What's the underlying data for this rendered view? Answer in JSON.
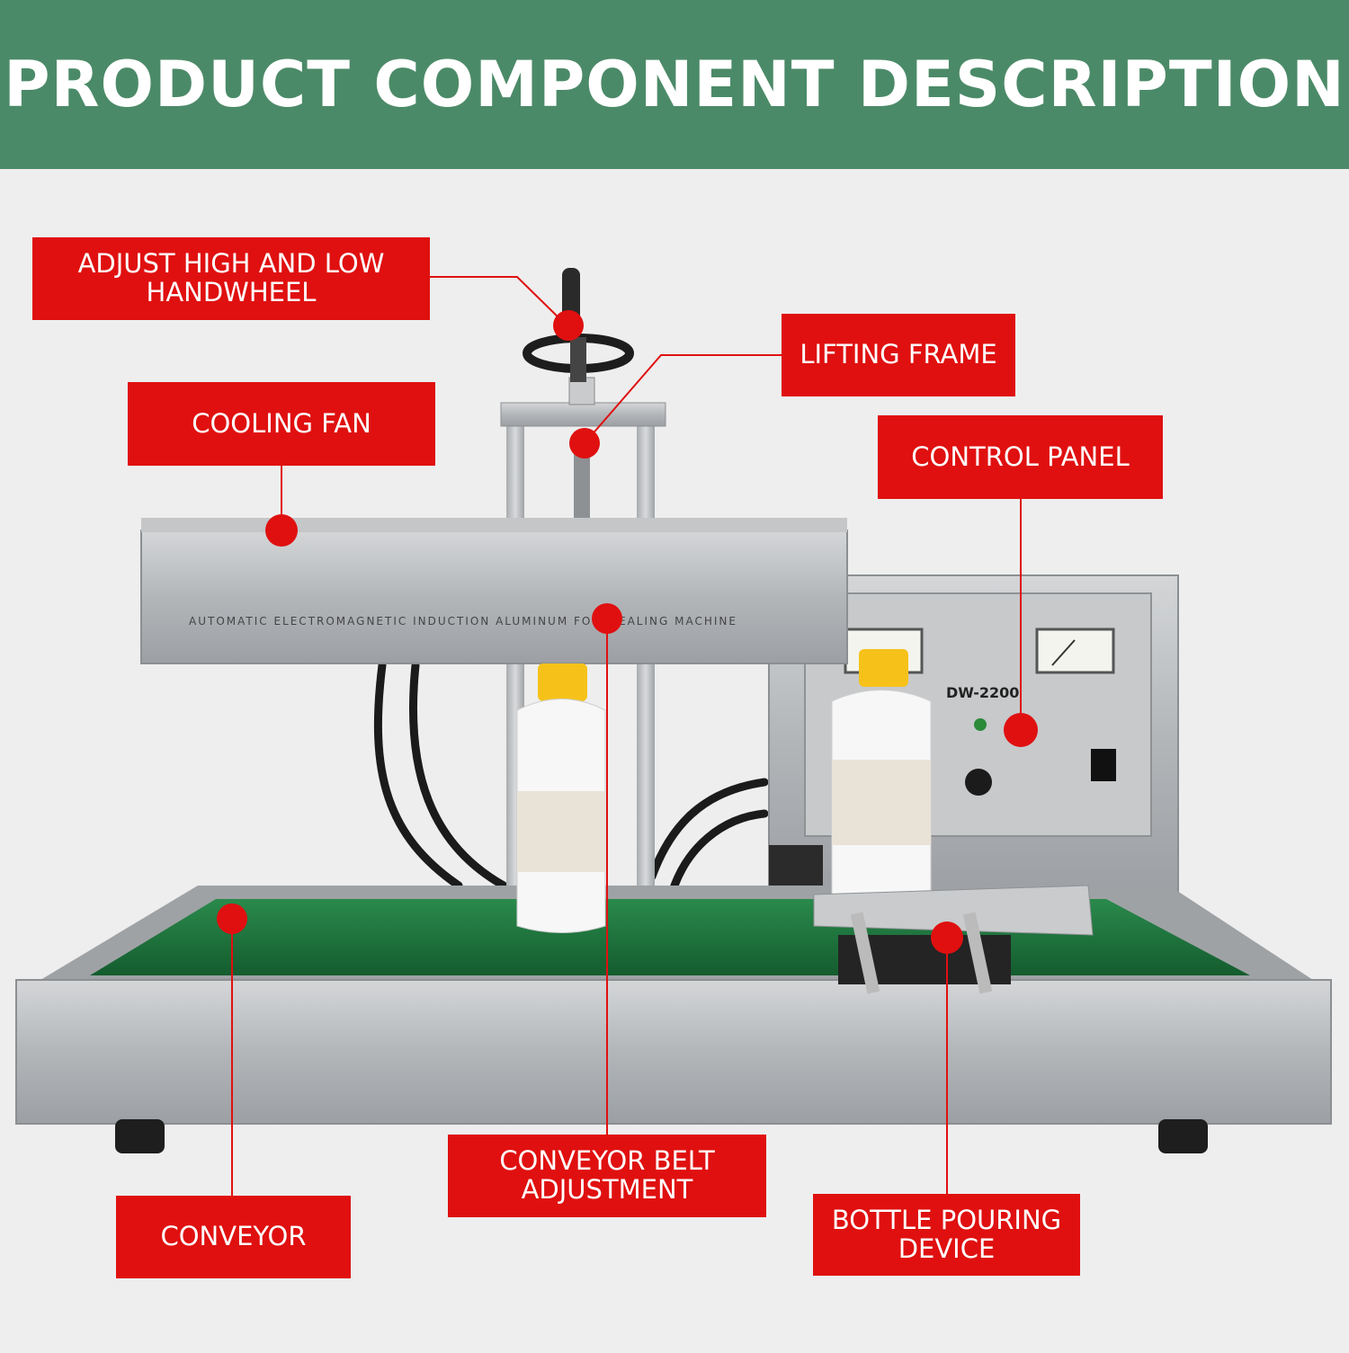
{
  "header": {
    "title": "PRODUCT COMPONENT DESCRIPTION"
  },
  "machine": {
    "front_text": "AUTOMATIC ELECTROMAGNETIC INDUCTION ALUMINUM FOIL SEALING MACHINE",
    "model": "DW-2200"
  },
  "callouts": {
    "handwheel": "ADJUST HIGH AND LOW HANDWHEEL",
    "cooling_fan": "COOLING FAN",
    "lifting_frame": "LIFTING FRAME",
    "control_panel": "CONTROL PANEL",
    "conveyor_belt_adjustment": "CONVEYOR BELT ADJUSTMENT",
    "conveyor": "CONVEYOR",
    "bottle_pouring_device": "BOTTLE POURING DEVICE"
  },
  "colors": {
    "banner": "#4b8a68",
    "callout": "#e01010",
    "belt": "#1f7a40",
    "steel": "#b9bcbf"
  }
}
